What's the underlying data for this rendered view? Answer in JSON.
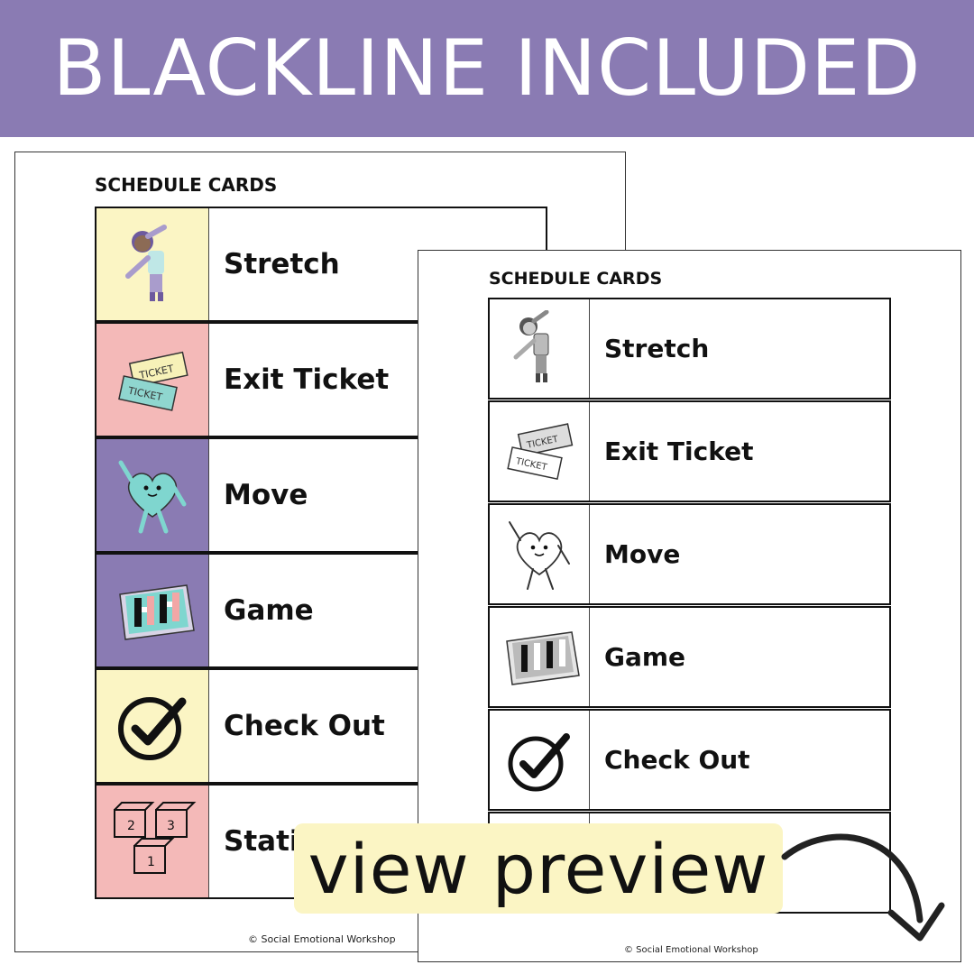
{
  "banner": {
    "title": "BLACKLINE INCLUDED",
    "color": "#8a7bb3"
  },
  "back_sheet": {
    "title": "SCHEDULE CARDS",
    "footer": "© Social Emotional Workshop",
    "cards": [
      {
        "label": "Stretch",
        "icon": "stretch-person-icon",
        "bg": "#fbf5c4"
      },
      {
        "label": "Exit Ticket",
        "icon": "ticket-icon",
        "bg": "#f4b9b8"
      },
      {
        "label": "Move",
        "icon": "heart-character-icon",
        "bg": "#8a7bb3"
      },
      {
        "label": "Game",
        "icon": "board-game-icon",
        "bg": "#8a7bb3"
      },
      {
        "label": "Check Out",
        "icon": "checkmark-icon",
        "bg": "#fbf5c4"
      },
      {
        "label": "Stati",
        "icon": "numbered-boxes-icon",
        "bg": "#f4b9b8"
      }
    ]
  },
  "front_sheet": {
    "title": "SCHEDULE CARDS",
    "footer": "© Social Emotional Workshop",
    "cards": [
      {
        "label": "Stretch",
        "icon": "stretch-person-icon"
      },
      {
        "label": "Exit Ticket",
        "icon": "ticket-icon"
      },
      {
        "label": "Move",
        "icon": "heart-character-icon"
      },
      {
        "label": "Game",
        "icon": "board-game-icon"
      },
      {
        "label": "Check Out",
        "icon": "checkmark-icon"
      }
    ]
  },
  "preview": {
    "label": "view preview",
    "bg": "#fbf5c4"
  }
}
